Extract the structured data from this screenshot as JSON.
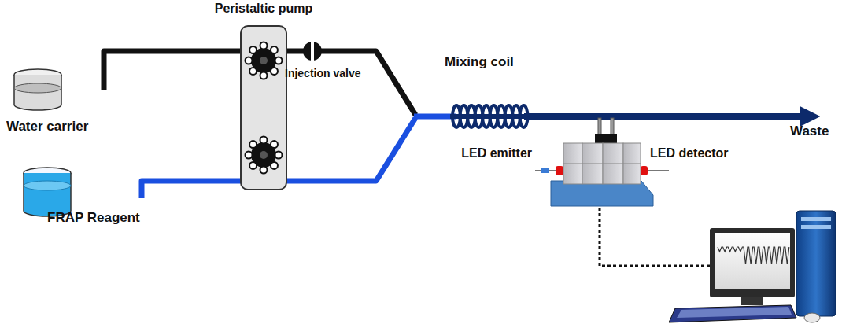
{
  "diagram": {
    "nodes": [
      {
        "text": [
          "Peristaltic pump"
        ]
      }
    ],
    "labels": [
      "Water carrier",
      "FRAP Reagent",
      "Injection valve",
      "Mixing coil",
      "Waste",
      "LED emitter",
      "LED detector"
    ]
  }
}
